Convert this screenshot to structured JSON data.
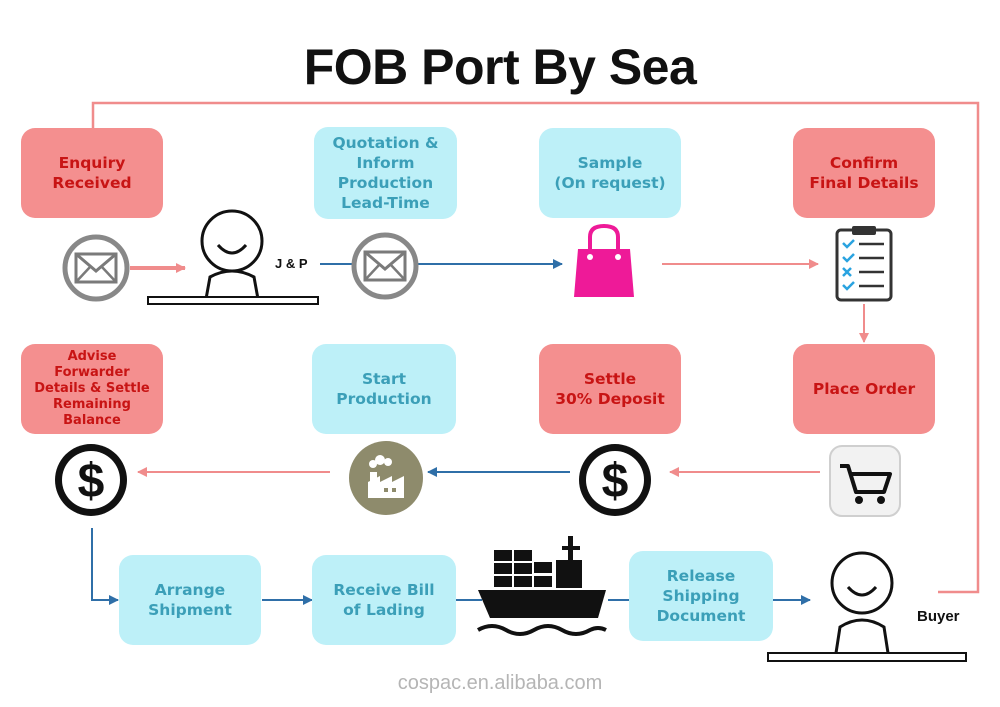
{
  "title": "FOB Port By Sea",
  "steps": {
    "enquiry": "Enquiry\nReceived",
    "quotation": "Quotation &\nInform\nProduction\nLead-Time",
    "sample": "Sample\n(On request)",
    "confirm": "Confirm\nFinal Details",
    "advise": "Advise\nForwarder\nDetails & Settle\nRemaining\nBalance",
    "start": "Start\nProduction",
    "settle": "Settle\n30% Deposit",
    "place": "Place Order",
    "arrange": "Arrange\nShipment",
    "receive": "Receive Bill\nof Lading",
    "release": "Release\nShipping\nDocument"
  },
  "labels": {
    "jp": "J & P",
    "buyer": "Buyer"
  },
  "footer": "cospac.en.alibaba.com",
  "colors": {
    "red_box": "#f48f8f",
    "red_text": "#c81414",
    "blue_box": "#bdf0f8",
    "blue_text": "#3b9fb8",
    "red_arrow": "#f08c8c",
    "blue_arrow": "#2f6fa8"
  },
  "icons": [
    "envelope-icon",
    "person-icon",
    "shopping-bag-icon",
    "checklist-icon",
    "dollar-icon",
    "factory-icon",
    "shopping-cart-icon",
    "cargo-ship-icon"
  ]
}
